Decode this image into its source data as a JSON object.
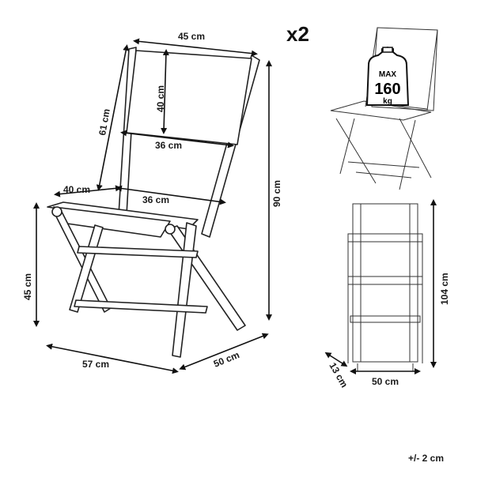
{
  "quantity": "x2",
  "weight_limit": {
    "line1": "MAX",
    "value": "160",
    "unit": "kg"
  },
  "main_view": {
    "backrest_width": "45 cm",
    "backrest_height": "40 cm",
    "back_length": "61 cm",
    "backrest_inner_width": "36 cm",
    "seat_depth": "40 cm",
    "seat_width": "36 cm",
    "total_height": "90 cm",
    "seat_height": "45 cm",
    "depth": "57 cm",
    "width": "50 cm"
  },
  "folded_view": {
    "height": "104 cm",
    "thickness": "13 cm",
    "width": "50 cm"
  },
  "tolerance": "+/- 2 cm"
}
